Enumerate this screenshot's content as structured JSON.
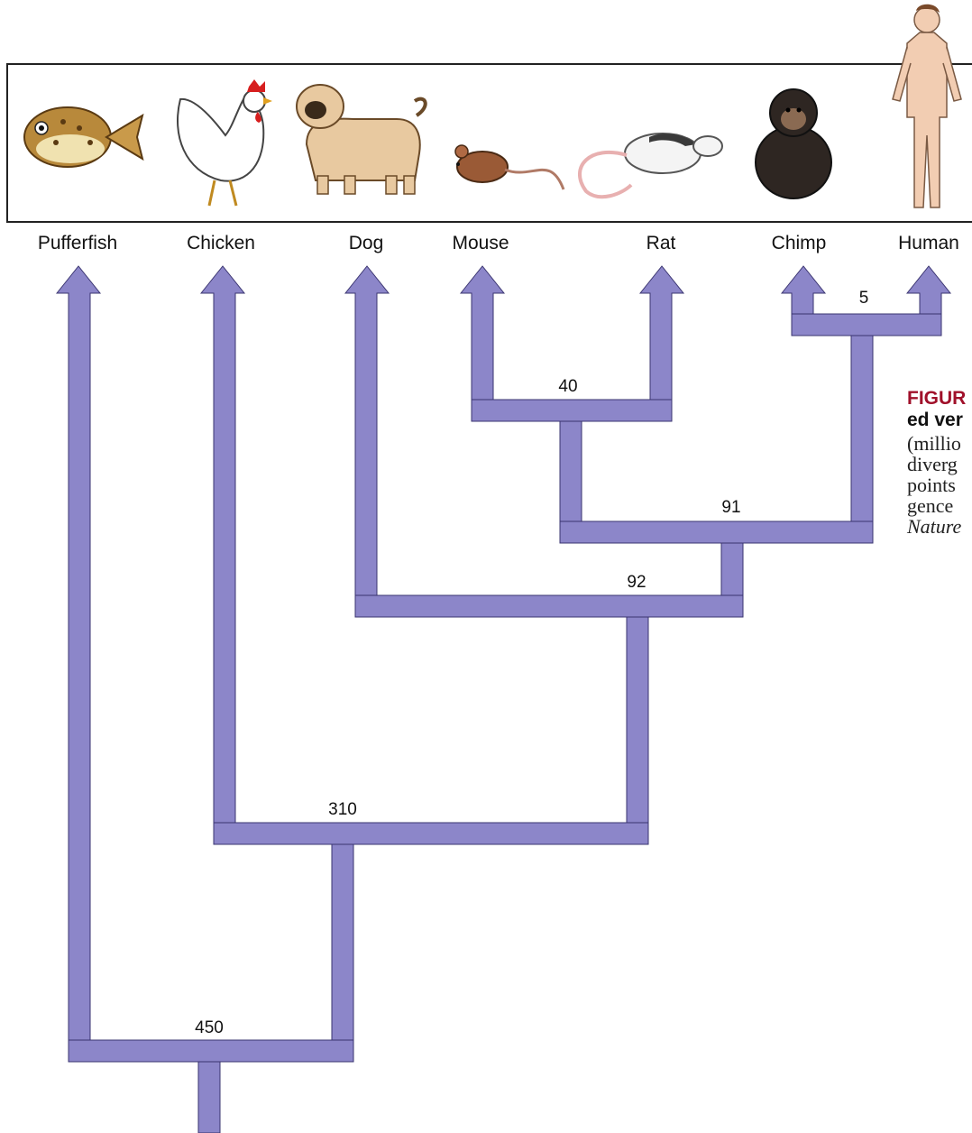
{
  "colors": {
    "branch_fill": "#8c86c9",
    "branch_stroke": "#3a3470",
    "caption_title": "#a0102a"
  },
  "species": [
    {
      "label": "Pufferfish",
      "icon": "pufferfish-icon"
    },
    {
      "label": "Chicken",
      "icon": "chicken-icon"
    },
    {
      "label": "Dog",
      "icon": "dog-icon"
    },
    {
      "label": "Mouse",
      "icon": "mouse-icon"
    },
    {
      "label": "Rat",
      "icon": "rat-icon"
    },
    {
      "label": "Chimp",
      "icon": "chimp-icon"
    },
    {
      "label": "Human",
      "icon": "human-icon"
    }
  ],
  "divergence_labels": {
    "human_chimp": "5",
    "mouse_rat": "40",
    "rodent_primate": "91",
    "dog_split": "92",
    "chicken_split": "310",
    "pufferfish_split": "450"
  },
  "caption": {
    "line1": "FIGUR",
    "line2": "ed ver",
    "line3": "(millio",
    "line4": "diverg",
    "line5": "points",
    "line6": "gence",
    "line7": "Nature"
  }
}
